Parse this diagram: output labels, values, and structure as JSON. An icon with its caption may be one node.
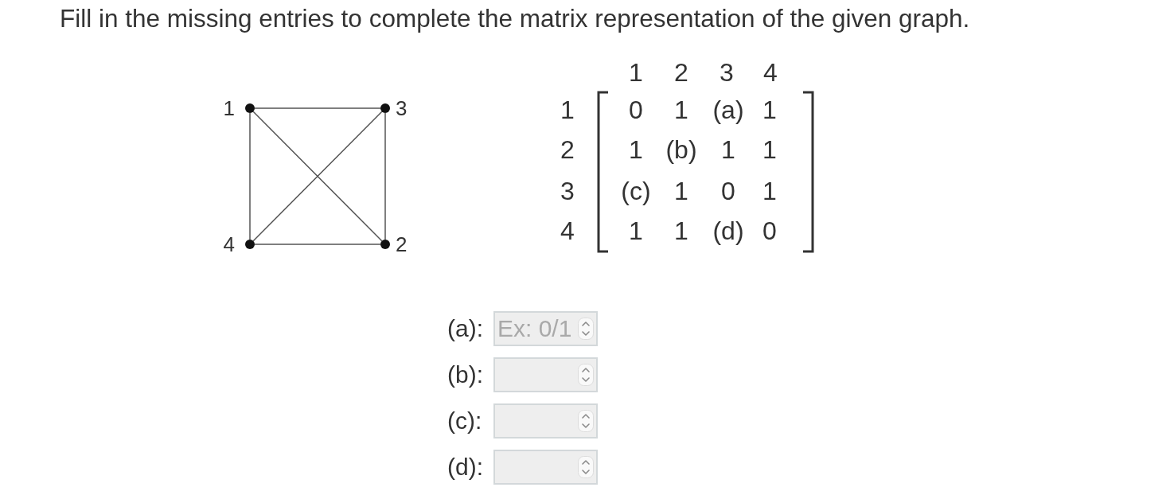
{
  "diagram": {
    "title": "Fill in the missing entries to complete the matrix representation of the given graph.",
    "nodes": [
      {
        "text": [],
        "shape": "circle",
        "beside": [
          "1"
        ]
      },
      {
        "text": [],
        "shape": "circle",
        "beside": [
          "3"
        ]
      },
      {
        "text": [],
        "shape": "circle",
        "beside": [
          "4"
        ]
      },
      {
        "text": [],
        "shape": "circle",
        "beside": [
          "2"
        ]
      }
    ],
    "edges": [
      {
        "from": 0,
        "to": 1,
        "arrow": "none"
      },
      {
        "from": 0,
        "to": 2,
        "arrow": "none"
      },
      {
        "from": 0,
        "to": 3,
        "arrow": "none"
      },
      {
        "from": 1,
        "to": 2,
        "arrow": "none"
      },
      {
        "from": 1,
        "to": 3,
        "arrow": "none"
      },
      {
        "from": 2,
        "to": 3,
        "arrow": "none"
      }
    ],
    "labels": [
      "1",
      "2",
      "3",
      "4",
      "1",
      "0",
      "1",
      "(a)",
      "1",
      "2",
      "1",
      "(b)",
      "1",
      "1",
      "3",
      "(c)",
      "1",
      "0",
      "1",
      "4",
      "1",
      "1",
      "(d)",
      "0",
      "(a):",
      "Ex: 0/1",
      "(b):",
      "(c):",
      "(d):"
    ]
  }
}
